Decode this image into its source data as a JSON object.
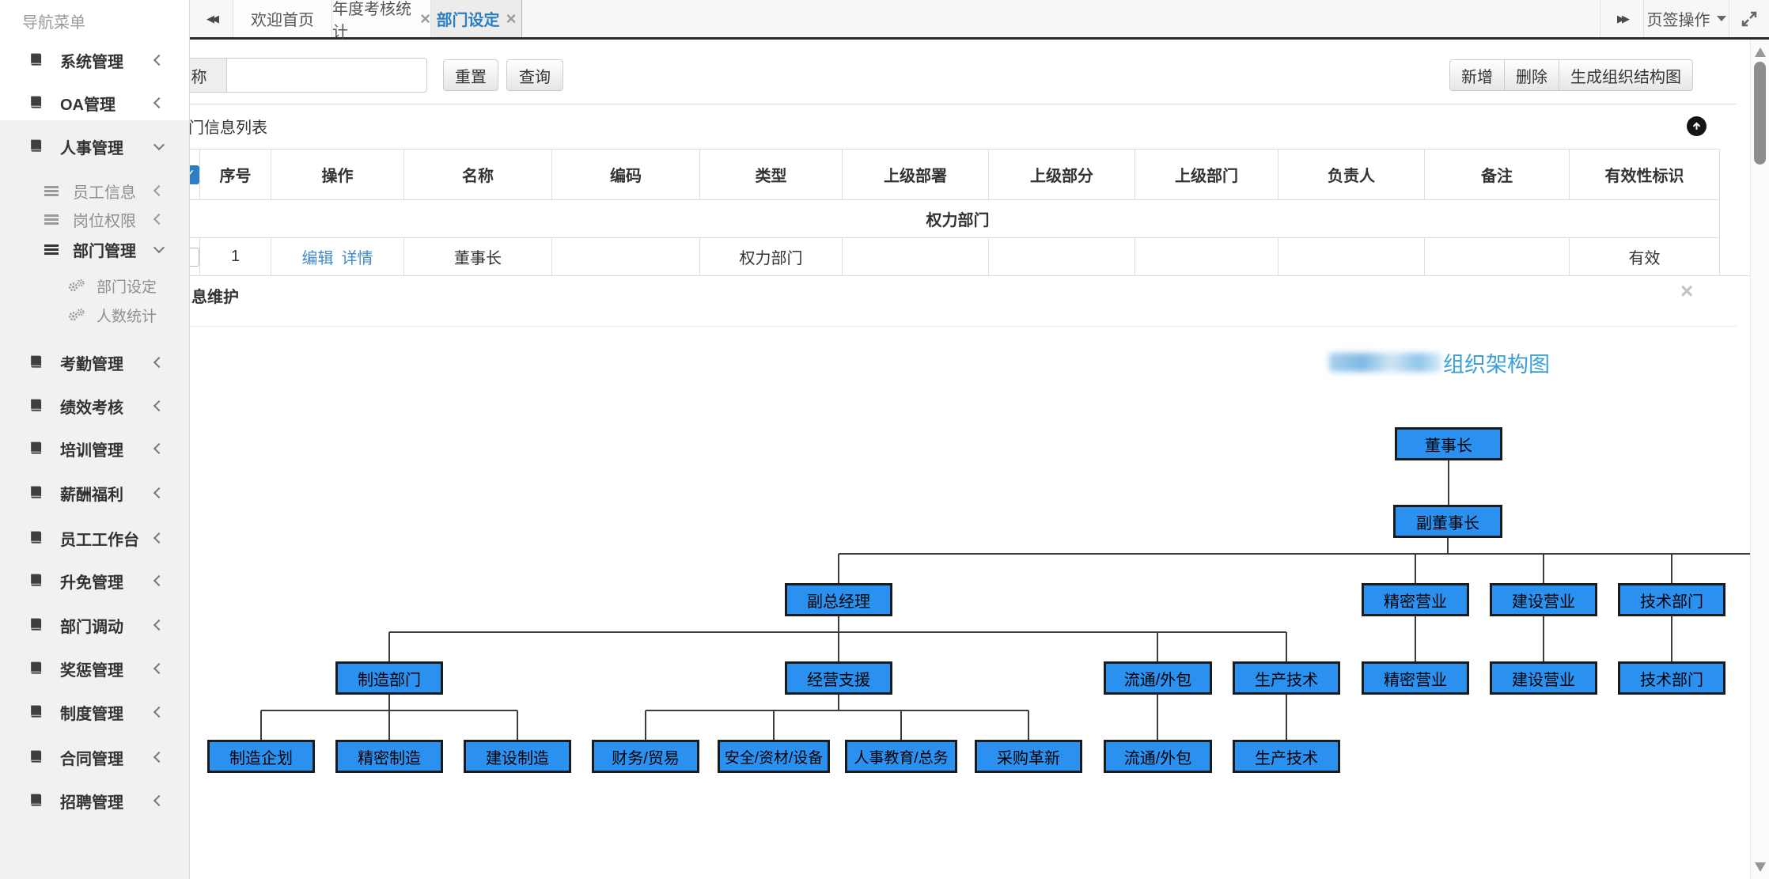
{
  "sidebar": {
    "title": "导航菜单",
    "items": [
      {
        "label": "系统管理",
        "level": 1,
        "expanded": false
      },
      {
        "label": "OA管理",
        "level": 1,
        "expanded": false
      },
      {
        "label": "人事管理",
        "level": 1,
        "expanded": true
      },
      {
        "label": "员工信息",
        "level": 2,
        "expanded": false
      },
      {
        "label": "岗位权限",
        "level": 2,
        "expanded": false
      },
      {
        "label": "部门管理",
        "level": 2,
        "expanded": true
      },
      {
        "label": "部门设定",
        "level": 3
      },
      {
        "label": "人数统计",
        "level": 3
      },
      {
        "label": "考勤管理",
        "level": 1,
        "expanded": false
      },
      {
        "label": "绩效考核",
        "level": 1,
        "expanded": false
      },
      {
        "label": "培训管理",
        "level": 1,
        "expanded": false
      },
      {
        "label": "薪酬福利",
        "level": 1,
        "expanded": false
      },
      {
        "label": "员工工作台",
        "level": 1,
        "expanded": false
      },
      {
        "label": "升免管理",
        "level": 1,
        "expanded": false
      },
      {
        "label": "部门调动",
        "level": 1,
        "expanded": false
      },
      {
        "label": "奖惩管理",
        "level": 1,
        "expanded": false
      },
      {
        "label": "制度管理",
        "level": 1,
        "expanded": false
      },
      {
        "label": "合同管理",
        "level": 1,
        "expanded": false
      },
      {
        "label": "招聘管理",
        "level": 1,
        "expanded": false
      }
    ]
  },
  "tabbar": {
    "tabs": [
      {
        "label": "欢迎首页",
        "closable": false,
        "active": false
      },
      {
        "label": "年度考核统计",
        "closable": true,
        "active": false
      },
      {
        "label": "部门设定",
        "closable": true,
        "active": true
      }
    ],
    "actions_label": "页签操作"
  },
  "toolbar": {
    "search_label": "名称",
    "search_value": "",
    "reset_label": "重置",
    "query_label": "查询",
    "add_label": "新增",
    "delete_label": "删除",
    "generate_label": "生成组织结构图"
  },
  "list_panel": {
    "title": "部门信息列表"
  },
  "table": {
    "headers": [
      "序号",
      "操作",
      "名称",
      "编码",
      "类型",
      "上级部署",
      "上级部分",
      "上级部门",
      "负责人",
      "备注",
      "有效性标识"
    ],
    "header_checkbox_checked": true,
    "group_row_label": "权力部门",
    "row": {
      "checked": false,
      "seq": "1",
      "action_edit": "编辑",
      "action_detail": "详情",
      "name": "董事长",
      "code": "",
      "type": "权力部门",
      "parent1": "",
      "parent2": "",
      "parent3": "",
      "manager": "",
      "remark": "",
      "valid": "有效"
    }
  },
  "maintain_panel": {
    "title_visible": "息维护",
    "close": "×"
  },
  "org_chart": {
    "title_prefix_redacted": true,
    "title_suffix": "组织架构图",
    "nodes": [
      {
        "label": "董事长",
        "level": 1,
        "parent": null
      },
      {
        "label": "副董事长",
        "level": 2,
        "parent": "董事长"
      },
      {
        "label": "副总经理",
        "level": 3,
        "parent": "副董事长"
      },
      {
        "label": "精密营业",
        "level": 3,
        "parent": "副董事长"
      },
      {
        "label": "建设营业",
        "level": 3,
        "parent": "副董事长"
      },
      {
        "label": "技术部门",
        "level": 3,
        "parent": "副董事长"
      },
      {
        "label": "制造部门",
        "level": 4,
        "parent": "副总经理"
      },
      {
        "label": "经营支援",
        "level": 4,
        "parent": "副总经理"
      },
      {
        "label": "流通/外包",
        "level": 4,
        "parent": "副总经理"
      },
      {
        "label": "生产技术",
        "level": 4,
        "parent": "副总经理"
      },
      {
        "label": "精密营业",
        "level": 4,
        "parent": "精密营业"
      },
      {
        "label": "建设营业",
        "level": 4,
        "parent": "建设营业"
      },
      {
        "label": "技术部门",
        "level": 4,
        "parent": "技术部门"
      },
      {
        "label": "制造企划",
        "level": 5,
        "parent": "制造部门"
      },
      {
        "label": "精密制造",
        "level": 5,
        "parent": "制造部门"
      },
      {
        "label": "建设制造",
        "level": 5,
        "parent": "制造部门"
      },
      {
        "label": "财务/贸易",
        "level": 5,
        "parent": "经营支援"
      },
      {
        "label": "安全/资材/设备",
        "level": 5,
        "parent": "经营支援"
      },
      {
        "label": "人事教育/总务",
        "level": 5,
        "parent": "经营支援"
      },
      {
        "label": "采购革新",
        "level": 5,
        "parent": "经营支援"
      },
      {
        "label": "流通/外包",
        "level": 5,
        "parent": "流通/外包"
      },
      {
        "label": "生产技术",
        "level": 5,
        "parent": "生产技术"
      }
    ]
  },
  "colors": {
    "org_box_fill": "#2b91f0",
    "org_box_border": "#1b1b1b",
    "org_title_blue": "#3aa0d8",
    "link_blue": "#428bca",
    "active_tab_blue": "#2b7fc3",
    "checkbox_blue": "#2e7fc1",
    "tabbar_underline": "#2b2b2b"
  },
  "icons": {
    "tabs_scroll_left": "double-chevron-left",
    "tabs_scroll_right": "double-chevron-right",
    "fullscreen": "expand-arrows",
    "collapse_panel": "circle-arrow-up",
    "sidebar_group": "book",
    "sidebar_sub": "list-bars",
    "sidebar_leaf": "gears"
  }
}
